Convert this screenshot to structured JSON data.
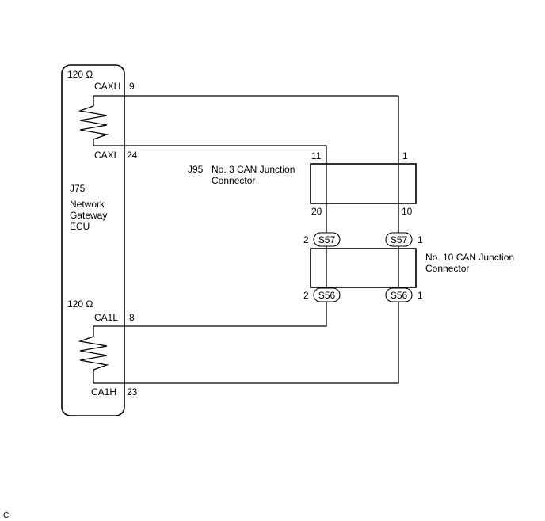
{
  "ecu": {
    "resistor_top": "120 Ω",
    "resistor_bottom": "120 Ω",
    "ref": "J75",
    "name_lines": [
      "Network",
      "Gateway",
      "ECU"
    ],
    "terminals": {
      "caxh": "CAXH",
      "caxh_pin": "9",
      "caxl": "CAXL",
      "caxl_pin": "24",
      "ca1l": "CA1L",
      "ca1l_pin": "8",
      "ca1h": "CA1H",
      "ca1h_pin": "23"
    }
  },
  "j95": {
    "ref": "J95",
    "name_line1": "No. 3 CAN Junction",
    "name_line2": "Connector",
    "pin_11": "11",
    "pin_1": "1",
    "pin_20": "20",
    "pin_10": "10"
  },
  "no10": {
    "name_line1": "No. 10 CAN Junction",
    "name_line2": "Connector",
    "s57_left": "S57",
    "s57_left_pin": "2",
    "s57_right": "S57",
    "s57_right_pin": "1",
    "s56_left": "S56",
    "s56_left_pin": "2",
    "s56_right": "S56",
    "s56_right_pin": "1"
  },
  "footer_code": "C"
}
